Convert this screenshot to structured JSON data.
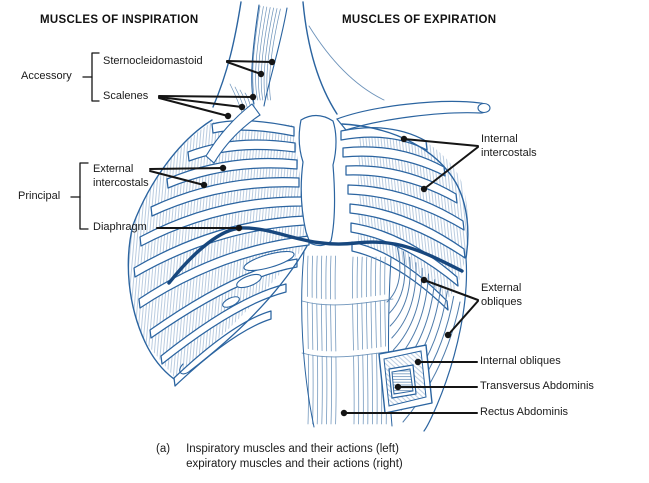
{
  "figure": {
    "titles": {
      "inspiration": "MUSCLES OF INSPIRATION",
      "expiration": "MUSCLES OF EXPIRATION"
    },
    "groups": {
      "accessory": "Accessory",
      "principal": "Principal"
    },
    "labels": {
      "sternocleidomastoid": "Sternocleidomastoid",
      "scalenes": "Scalenes",
      "external_intercostals_line1": "External",
      "external_intercostals_line2": "intercostals",
      "diaphragm": "Diaphragm",
      "internal_intercostals_line1": "Internal",
      "internal_intercostals_line2": "intercostals",
      "external_obliques_line1": "External",
      "external_obliques_line2": "obliques",
      "internal_obliques": "Internal obliques",
      "transversus_abdominis": "Transversus Abdominis",
      "rectus_abdominis": "Rectus Abdominis"
    },
    "caption": {
      "marker": "(a)",
      "line1": "Inspiratory muscles and their actions (left)",
      "line2": "expiratory muscles and their actions (right)"
    },
    "colors": {
      "outline": "#2b64a0",
      "hatch": "#a9c0d9",
      "fiber": "#6d93ba",
      "fiber_dark": "#4f7cab",
      "diaphragm": "#17477e",
      "leader": "#151515",
      "text": "#1a1a1a",
      "background": "#ffffff"
    }
  }
}
